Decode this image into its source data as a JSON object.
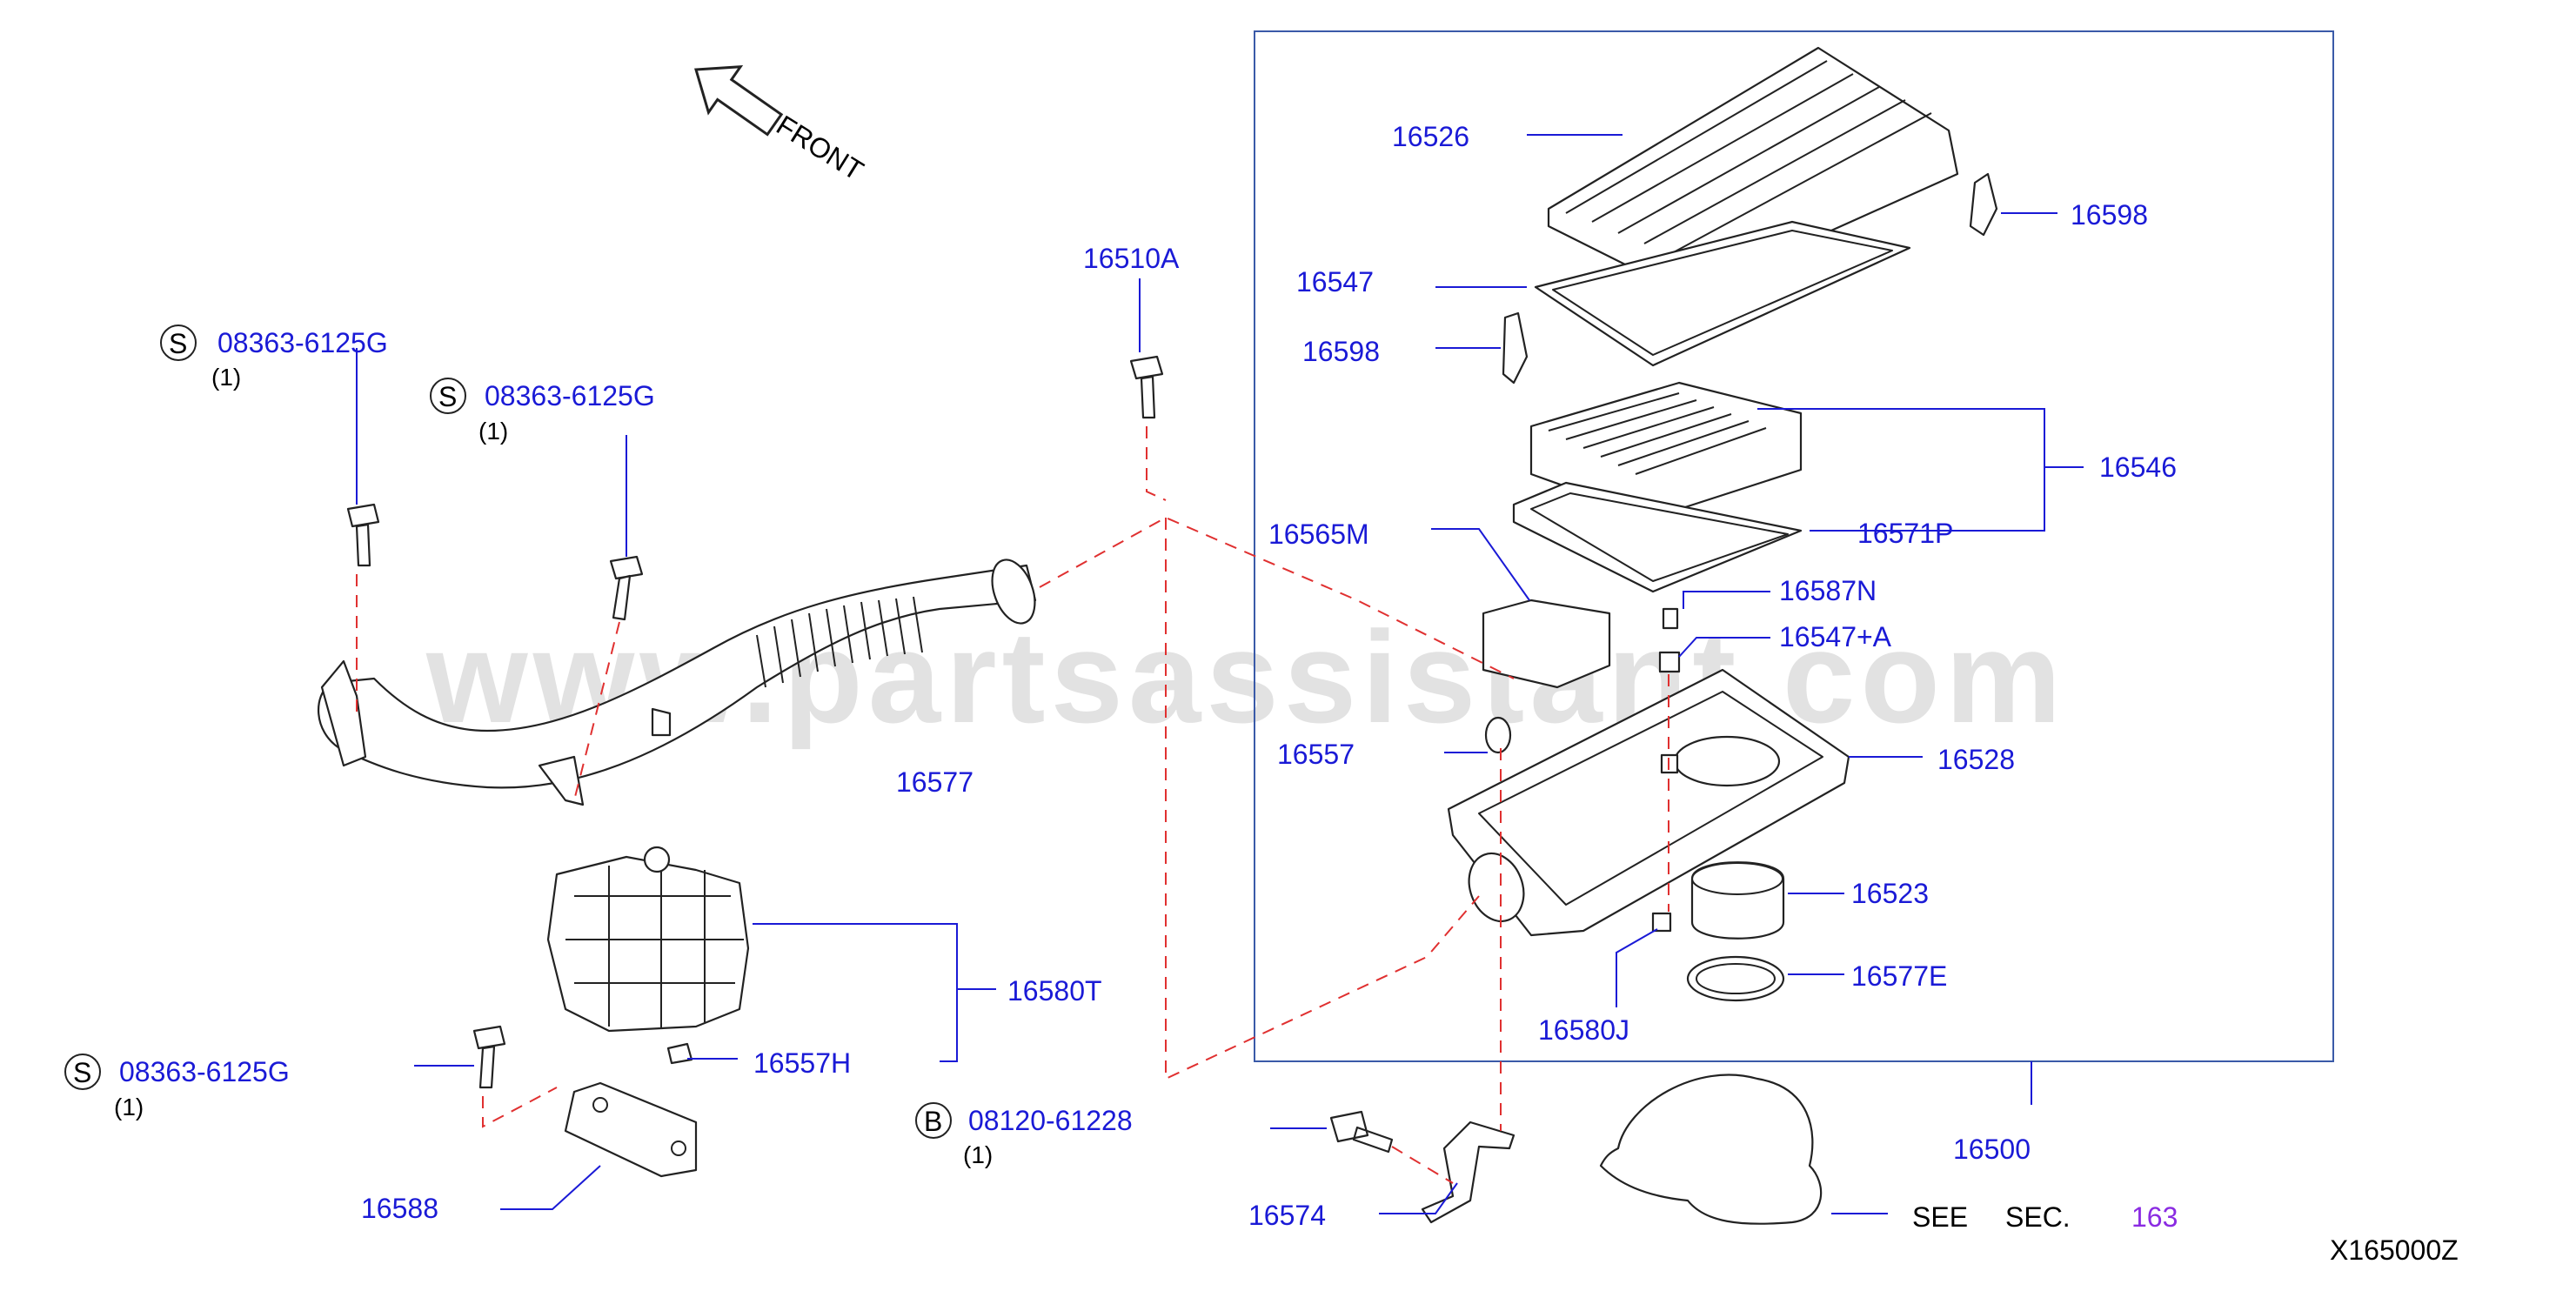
{
  "watermark": "www.partsassistant.com",
  "front_label": "FRONT",
  "diagram_code": "X165000Z",
  "see_sec": {
    "see": "SEE",
    "sec": "SEC.",
    "number": "163"
  },
  "bolts": [
    {
      "symbol": "S",
      "part": "08363-6125G",
      "qty": "(1)"
    },
    {
      "symbol": "S",
      "part": "08363-6125G",
      "qty": "(1)"
    },
    {
      "symbol": "S",
      "part": "08363-6125G",
      "qty": "(1)"
    },
    {
      "symbol": "B",
      "part": "08120-61228",
      "qty": "(1)"
    }
  ],
  "parts": {
    "p16510A": "16510A",
    "p16526": "16526",
    "p16598a": "16598",
    "p16547": "16547",
    "p16598b": "16598",
    "p16546": "16546",
    "p16565M": "16565M",
    "p16571P": "16571P",
    "p16587N": "16587N",
    "p16547A": "16547+A",
    "p16557": "16557",
    "p16528": "16528",
    "p16577": "16577",
    "p16523": "16523",
    "p16577E": "16577E",
    "p16580J": "16580J",
    "p16580T": "16580T",
    "p16557H": "16557H",
    "p16500": "16500",
    "p16588": "16588",
    "p16574": "16574"
  },
  "colors": {
    "label": "#1a1ad6",
    "leader": "#1a1ad6",
    "dash": "#e03030",
    "section": "#8a2be2",
    "frame": "#3a5aa8"
  }
}
